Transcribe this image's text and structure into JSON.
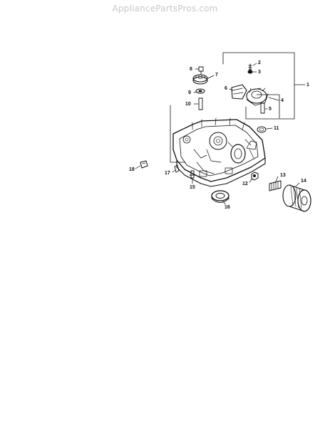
{
  "watermark": {
    "text": "AppliancePartsPros.com"
  },
  "diagram": {
    "callouts": [
      "1",
      "2",
      "3",
      "4",
      "5",
      "6",
      "7",
      "8",
      "9",
      "10",
      "11",
      "12",
      "13",
      "14",
      "15",
      "16",
      "17",
      "18"
    ]
  },
  "colors": {
    "ink": "#111111",
    "watermark": "#c8c8c8",
    "background": "#ffffff"
  }
}
